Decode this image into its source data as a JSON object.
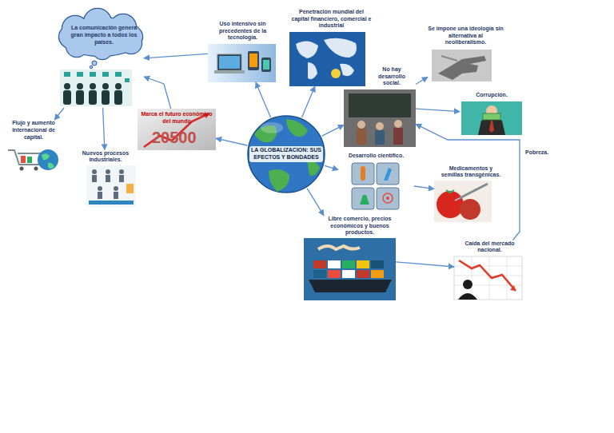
{
  "diagram": {
    "nodes": [
      {
        "text": [
          "LA GLOBALIZACION: SUS EFECTOS Y BONDADES"
        ]
      },
      {
        "text": [
          "La comunicación genera gran impacto a todos los países."
        ]
      },
      {
        "text": [
          "Uso intensivo sin precedentes de la tecnología."
        ]
      },
      {
        "text": [
          "Penetración mundial del capital financiero, comercial e industrial"
        ]
      },
      {
        "text": [
          "Se impone una ideología sin alternativa al neoliberalismo."
        ]
      },
      {
        "text": [
          "Corrupción."
        ]
      },
      {
        "text": [
          "No hay desarrollo social."
        ]
      },
      {
        "text": [
          "Marca el futuro económico del mundo"
        ]
      },
      {
        "text": [
          "Flujo y aumento internacional de capital."
        ]
      },
      {
        "text": [
          "Nuevos procesos industriales."
        ]
      },
      {
        "text": [
          "Desarrollo científico."
        ]
      },
      {
        "text": [
          "Medicamentos y semillas transgénicas."
        ]
      },
      {
        "text": [
          "Libre comercio, precios económicos y buenos productos."
        ]
      },
      {
        "text": [
          "Caída del mercado nacional."
        ]
      }
    ],
    "edges": [
      {
        "from": 0,
        "to": 2,
        "arrow": "to"
      },
      {
        "from": 2,
        "to": 1,
        "arrow": "to"
      },
      {
        "from": 0,
        "to": 7,
        "arrow": "to"
      },
      {
        "from": 7,
        "to": 1,
        "arrow": "to"
      },
      {
        "from": 1,
        "to": 8,
        "arrow": "to"
      },
      {
        "from": 1,
        "to": 9,
        "arrow": "to"
      },
      {
        "from": 0,
        "to": 3,
        "arrow": "to"
      },
      {
        "from": 0,
        "to": 6,
        "arrow": "to"
      },
      {
        "from": 6,
        "to": 4,
        "arrow": "to"
      },
      {
        "from": 6,
        "to": 5,
        "arrow": "to"
      },
      {
        "from": 0,
        "to": 10,
        "arrow": "to"
      },
      {
        "from": 10,
        "to": 11,
        "arrow": "to"
      },
      {
        "from": 0,
        "to": 12,
        "arrow": "to"
      },
      {
        "from": 12,
        "to": 13,
        "arrow": "to"
      },
      {
        "from": 13,
        "to": 6,
        "label": "Pobreza.",
        "arrow": "to"
      }
    ],
    "labels": [
      "20500"
    ]
  }
}
